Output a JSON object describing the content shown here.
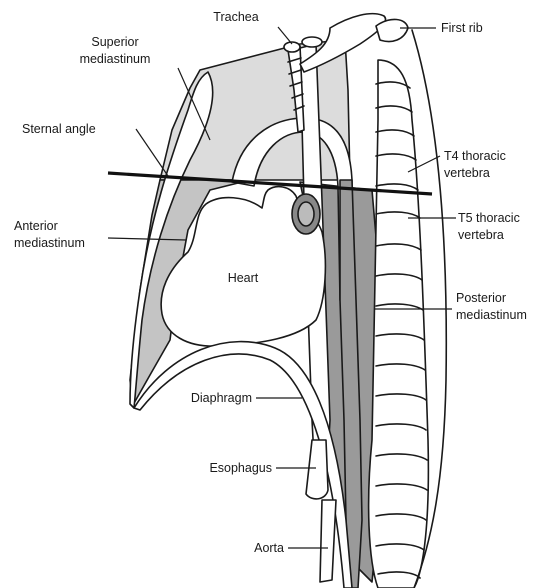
{
  "labels": {
    "trachea": "Trachea",
    "first_rib": "First rib",
    "superior_mediastinum": [
      "Superior",
      "mediastinum"
    ],
    "sternal_angle": "Sternal angle",
    "t4": [
      "T4 thoracic",
      "vertebra"
    ],
    "t5": [
      "T5 thoracic",
      "vertebra"
    ],
    "anterior_mediastinum": [
      "Anterior",
      "mediastinum"
    ],
    "heart": "Heart",
    "posterior_mediastinum": [
      "Posterior",
      "mediastinum"
    ],
    "diaphragm": "Diaphragm",
    "esophagus": "Esophagus",
    "aorta": "Aorta"
  },
  "colors": {
    "superior_region": "#dcdcdc",
    "anterior_region": "#c4c4c4",
    "posterior_region": "#9a9a9a",
    "outline": "#1a1a1a",
    "background": "#ffffff"
  }
}
